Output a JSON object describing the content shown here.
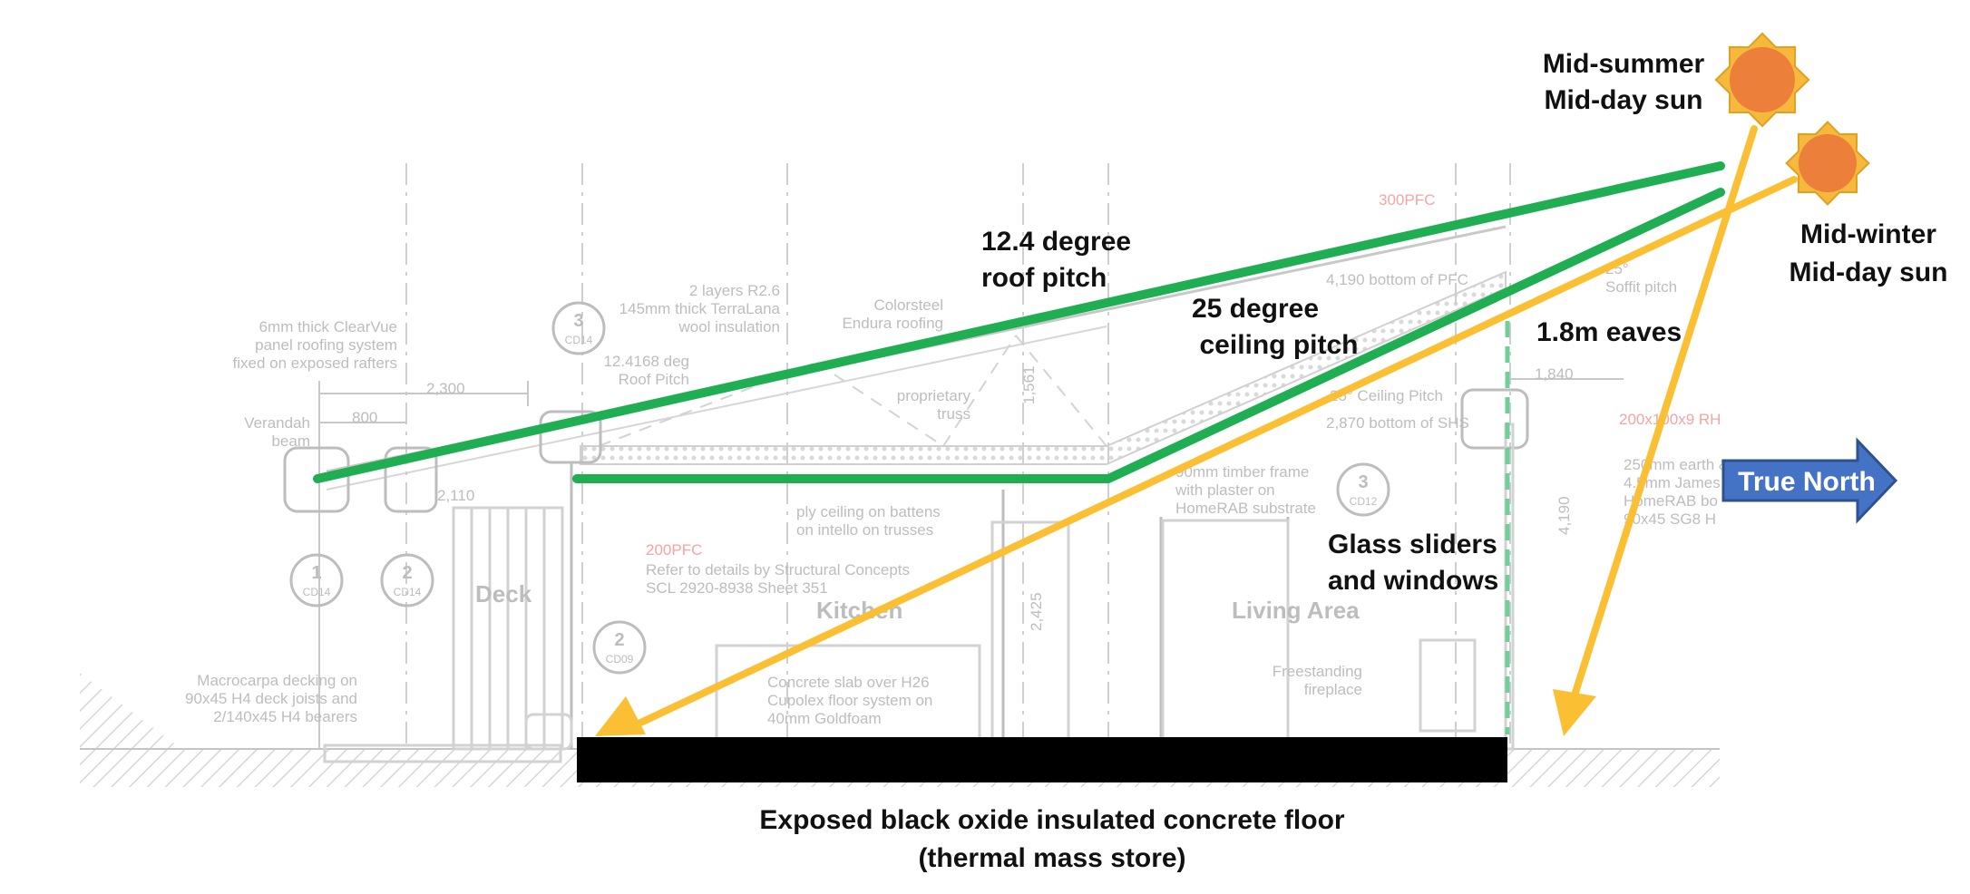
{
  "colors": {
    "green": "#1fae52",
    "yellow": "#fbbf33",
    "sun": "#ec7f3a",
    "sun_ray": "#f6b93b",
    "north": "#4472c4",
    "floor": "#000000",
    "eaves_dash": "#6fcf97"
  },
  "icons": [
    "sun-icon",
    "north-arrow-icon"
  ],
  "labels": {
    "summer_sun": [
      "Mid-summer",
      "Mid-day sun"
    ],
    "winter_sun": [
      "Mid-winter",
      "Mid-day sun"
    ],
    "roof_pitch": [
      "12.4 degree",
      "roof pitch"
    ],
    "ceiling_pitch": [
      "25 degree",
      "ceiling pitch"
    ],
    "eaves": "1.8m eaves",
    "glass": [
      "Glass sliders",
      "and windows"
    ],
    "north": "True North",
    "floor": [
      "Exposed black oxide insulated concrete floor",
      "(thermal mass store)"
    ]
  },
  "drawing_notes": {
    "t300pfc": "300PFC",
    "t200pfc": "200PFC",
    "t200rh": "200x100x9 RH",
    "roofing_system": [
      "6mm thick ClearVue",
      "panel roofing system",
      "fixed on exposed rafters"
    ],
    "dim_2300": "2,300",
    "dim_800": "800",
    "verandah_beam": [
      "Verandah",
      "beam"
    ],
    "dim_2110": "2,110",
    "insulation": [
      "2 layers R2.6",
      "145mm thick TerraLana",
      "wool insulation"
    ],
    "roof_pitch_note": [
      "12.4168 deg",
      "Roof Pitch"
    ],
    "colorsteel": [
      "Colorsteel",
      "Endura roofing"
    ],
    "proprietary_truss": [
      "proprietary",
      "truss"
    ],
    "dim_1561": "1,561",
    "pfc_bottom": "4,190 bottom of PFC",
    "soffit_pitch": [
      "25°",
      "Soffit pitch"
    ],
    "dim_1840": "1,840",
    "ceiling_pitch_note": "25° Ceiling Pitch",
    "shs_bottom": "2,870 bottom of SHS",
    "timber_frame": [
      "90mm timber frame",
      "with plaster on",
      "HomeRAB substrate"
    ],
    "ply_ceiling": [
      "ply ceiling on battens",
      "on intello on trusses"
    ],
    "structural": [
      "Refer to details by Structural Concepts",
      "SCL 2920-8938 Sheet 351"
    ],
    "earth_wall": [
      "250mm earth &",
      "4.5mm James",
      "HomeRAB bo",
      "90x45 SG8 H"
    ],
    "dim_4190": "4,190",
    "deck": "Deck",
    "kitchen": "Kitchen",
    "living_area": "Living Area",
    "dim_2425": "2,425",
    "macrocarpa": [
      "Macrocarpa decking on",
      "90x45 H4 deck joists and",
      "2/140x45 H4 bearers"
    ],
    "concrete_slab": [
      "Concrete slab over H26",
      "Cupolex floor system on",
      "40mm Goldfoam"
    ],
    "fireplace": [
      "Freestanding",
      "fireplace"
    ],
    "callout_3_cd14": [
      "3",
      "CD14"
    ],
    "callout_1_cd14": [
      "1",
      "CD14"
    ],
    "callout_2_cd14": [
      "2",
      "CD14"
    ],
    "callout_2_cd09": [
      "2",
      "CD09"
    ],
    "callout_3_cd12": [
      "3",
      "CD12"
    ]
  }
}
